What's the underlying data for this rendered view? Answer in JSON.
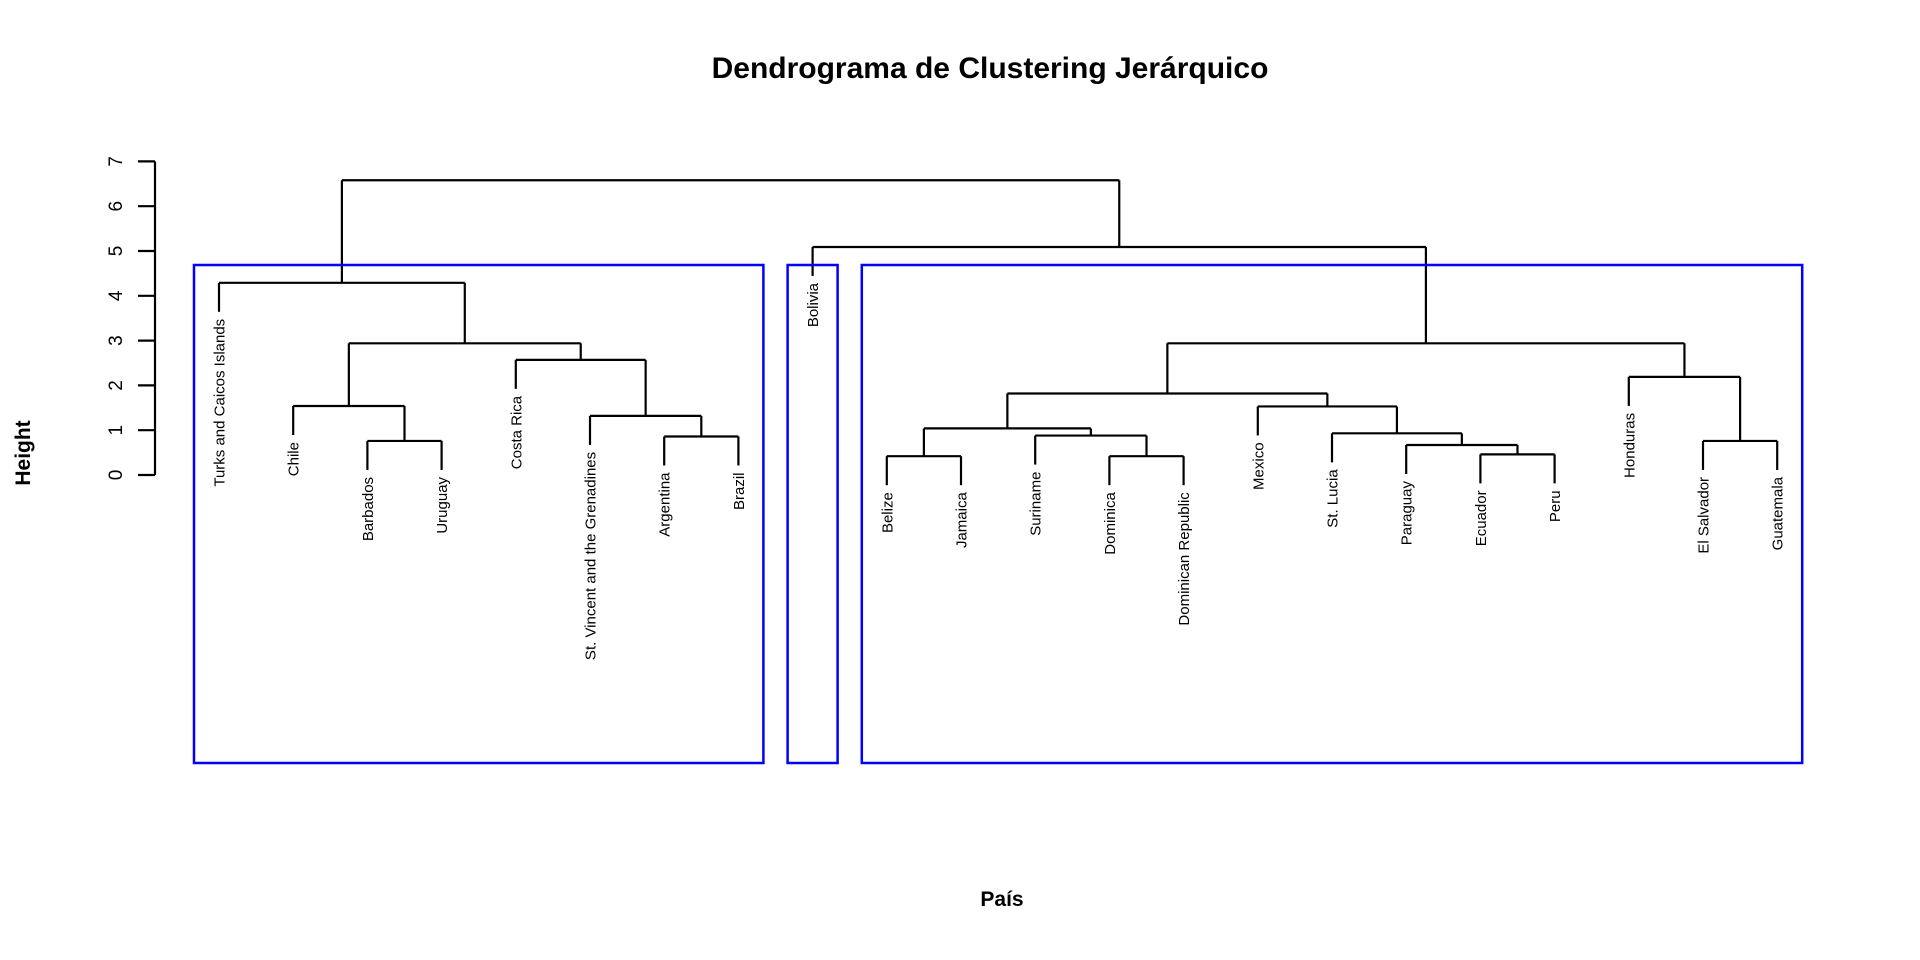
{
  "title": "Dendrograma de Clustering Jerárquico",
  "xlabel": "País",
  "ylabel": "Height",
  "y_axis": {
    "ticks": [
      0,
      1,
      2,
      3,
      4,
      5,
      6,
      7
    ],
    "range": [
      0,
      7
    ]
  },
  "colors": {
    "line": "#000000",
    "cluster_box": "#0000ff",
    "text": "#000000",
    "background": "#ffffff"
  },
  "chart_data": {
    "type": "dendrogram",
    "title": "Dendrograma de Clustering Jerárquico",
    "xlabel": "País",
    "ylabel": "Height",
    "ylim": [
      0,
      7
    ],
    "leaf_order": [
      "Turks and Caicos Islands",
      "Chile",
      "Barbados",
      "Uruguay",
      "Costa Rica",
      "St. Vincent and the Grenadines",
      "Argentina",
      "Brazil",
      "Bolivia",
      "Belize",
      "Jamaica",
      "Suriname",
      "Dominica",
      "Dominican Republic",
      "Mexico",
      "St. Lucia",
      "Paraguay",
      "Ecuador",
      "Peru",
      "Honduras",
      "El Salvador",
      "Guatemala"
    ],
    "tree": {
      "height": 6.58,
      "children": [
        {
          "height": 4.29,
          "children": [
            {
              "name": "Turks and Caicos Islands"
            },
            {
              "height": 2.94,
              "children": [
                {
                  "height": 1.54,
                  "children": [
                    {
                      "name": "Chile"
                    },
                    {
                      "height": 0.76,
                      "children": [
                        {
                          "name": "Barbados"
                        },
                        {
                          "name": "Uruguay"
                        }
                      ]
                    }
                  ]
                },
                {
                  "height": 2.57,
                  "children": [
                    {
                      "name": "Costa Rica"
                    },
                    {
                      "height": 1.32,
                      "children": [
                        {
                          "name": "St. Vincent and the Grenadines"
                        },
                        {
                          "height": 0.86,
                          "children": [
                            {
                              "name": "Argentina"
                            },
                            {
                              "name": "Brazil"
                            }
                          ]
                        }
                      ]
                    }
                  ]
                }
              ]
            }
          ]
        },
        {
          "height": 5.09,
          "children": [
            {
              "name": "Bolivia"
            },
            {
              "height": 2.94,
              "children": [
                {
                  "height": 1.82,
                  "children": [
                    {
                      "height": 1.04,
                      "children": [
                        {
                          "height": 0.42,
                          "children": [
                            {
                              "name": "Belize"
                            },
                            {
                              "name": "Jamaica"
                            }
                          ]
                        },
                        {
                          "height": 0.88,
                          "children": [
                            {
                              "name": "Suriname"
                            },
                            {
                              "height": 0.42,
                              "children": [
                                {
                                  "name": "Dominica"
                                },
                                {
                                  "name": "Dominican Republic"
                                }
                              ]
                            }
                          ]
                        }
                      ]
                    },
                    {
                      "height": 1.53,
                      "children": [
                        {
                          "name": "Mexico"
                        },
                        {
                          "height": 0.93,
                          "children": [
                            {
                              "name": "St. Lucia"
                            },
                            {
                              "height": 0.67,
                              "children": [
                                {
                                  "name": "Paraguay"
                                },
                                {
                                  "height": 0.46,
                                  "children": [
                                    {
                                      "name": "Ecuador"
                                    },
                                    {
                                      "name": "Peru"
                                    }
                                  ]
                                }
                              ]
                            }
                          ]
                        }
                      ]
                    }
                  ]
                },
                {
                  "height": 2.19,
                  "children": [
                    {
                      "name": "Honduras"
                    },
                    {
                      "height": 0.76,
                      "children": [
                        {
                          "name": "El Salvador"
                        },
                        {
                          "name": "Guatemala"
                        }
                      ]
                    }
                  ]
                }
              ]
            }
          ]
        }
      ]
    },
    "cluster_boxes": [
      {
        "from_leaf": 0,
        "to_leaf": 7,
        "members": [
          "Turks and Caicos Islands",
          "Chile",
          "Barbados",
          "Uruguay",
          "Costa Rica",
          "St. Vincent and the Grenadines",
          "Argentina",
          "Brazil"
        ]
      },
      {
        "from_leaf": 8,
        "to_leaf": 8,
        "members": [
          "Bolivia"
        ]
      },
      {
        "from_leaf": 9,
        "to_leaf": 21,
        "members": [
          "Belize",
          "Jamaica",
          "Suriname",
          "Dominica",
          "Dominican Republic",
          "Mexico",
          "St. Lucia",
          "Paraguay",
          "Ecuador",
          "Peru",
          "Honduras",
          "El Salvador",
          "Guatemala"
        ]
      }
    ]
  }
}
